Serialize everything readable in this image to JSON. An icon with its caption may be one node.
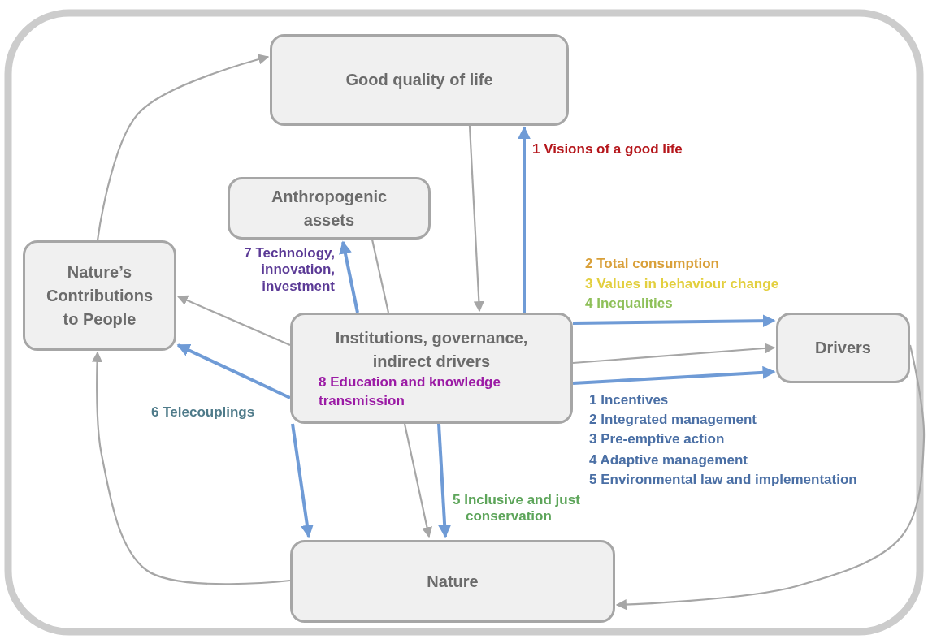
{
  "diagram": {
    "nodes": [
      {
        "text": [
          "Good quality of life"
        ]
      },
      {
        "text": [
          "Anthropogenic assets"
        ]
      },
      {
        "text": [
          "Nature’s Contributions to People"
        ]
      },
      {
        "text": [
          "Institutions, governance, indirect drivers",
          "8 Education and knowledge transmission"
        ]
      },
      {
        "text": [
          "Drivers"
        ]
      },
      {
        "text": [
          "Nature"
        ]
      }
    ],
    "edges": [
      {
        "from": 2,
        "to": 0,
        "arrow": "to"
      },
      {
        "from": 0,
        "to": 3,
        "arrow": "to"
      },
      {
        "from": 3,
        "to": 0,
        "arrow": "to",
        "label": "1 Visions of a good life",
        "style": "thick",
        "color": "#6f9bd6"
      },
      {
        "from": 3,
        "to": 1,
        "arrow": "to",
        "label": "7 Technology, innovation, investment",
        "style": "thick",
        "color": "#6f9bd6"
      },
      {
        "from": 1,
        "to": 3,
        "arrow": "none"
      },
      {
        "from": 3,
        "to": 2,
        "arrow": "to"
      },
      {
        "from": 3,
        "to": 2,
        "arrow": "to",
        "label": "6 Telecouplings",
        "style": "thick",
        "color": "#6f9bd6"
      },
      {
        "from": 3,
        "to": 4,
        "arrow": "to",
        "style": "thick",
        "color": "#6f9bd6"
      },
      {
        "from": 3,
        "to": 4,
        "arrow": "to"
      },
      {
        "from": 3,
        "to": 4,
        "arrow": "to",
        "style": "thick",
        "color": "#6f9bd6"
      },
      {
        "from": 3,
        "to": 5,
        "arrow": "to",
        "style": "thick",
        "color": "#6f9bd6"
      },
      {
        "from": 3,
        "to": 5,
        "arrow": "to"
      },
      {
        "from": 3,
        "to": 5,
        "arrow": "to",
        "label": "5 Inclusive and just conservation",
        "style": "thick",
        "color": "#6f9bd6"
      },
      {
        "from": 4,
        "to": 5,
        "arrow": "to"
      },
      {
        "from": 5,
        "to": 2,
        "arrow": "to"
      }
    ],
    "labels": [
      "2 Total consumption",
      "3 Values in behaviour change",
      "4 Inequalities",
      "1 Incentives",
      "2 Integrated management",
      "3 Pre-emptive action",
      "4 Adaptive management",
      "5 Environmental law and implementation"
    ]
  }
}
